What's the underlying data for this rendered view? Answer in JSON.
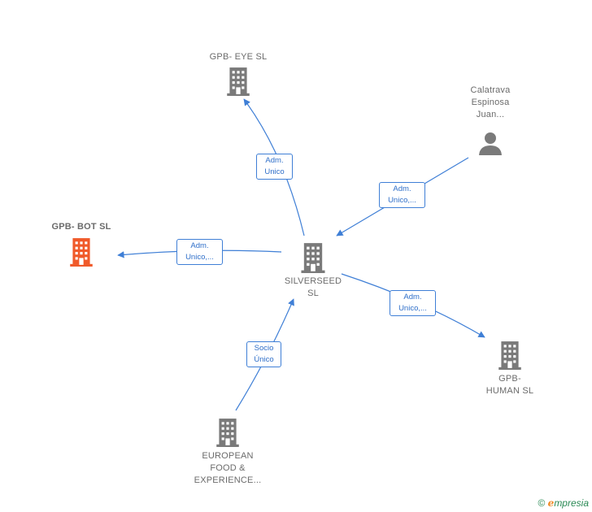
{
  "colors": {
    "node_gray": "#7a7a7a",
    "node_highlight": "#f05a2a",
    "edge_blue": "#3f7fd6",
    "label_text": "#6b6b6b",
    "brand_green": "#2a8a55",
    "brand_orange": "#f08a24"
  },
  "nodes": {
    "center": {
      "lines": [
        "SILVERSEED",
        "SL"
      ],
      "icon": "building-icon"
    },
    "gpb_eye": {
      "lines": [
        "GPB- EYE  SL"
      ],
      "icon": "building-icon"
    },
    "calatrava": {
      "lines": [
        "Calatrava",
        "Espinosa",
        "Juan..."
      ],
      "icon": "person-icon"
    },
    "gpb_bot": {
      "lines": [
        "GPB- BOT  SL"
      ],
      "icon": "building-icon",
      "highlight": true
    },
    "gpb_human": {
      "lines": [
        "GPB-",
        "HUMAN  SL"
      ],
      "icon": "building-icon"
    },
    "european": {
      "lines": [
        "EUROPEAN",
        "FOOD &",
        "EXPERIENCE..."
      ],
      "icon": "building-icon"
    }
  },
  "edges": {
    "to_eye": [
      "Adm.",
      "Unico"
    ],
    "from_calatrava": [
      "Adm.",
      "Unico,..."
    ],
    "to_bot": [
      "Adm.",
      "Unico,..."
    ],
    "to_human": [
      "Adm.",
      "Unico,..."
    ],
    "from_european": [
      "Socio",
      "Único"
    ]
  },
  "brand": {
    "copyright": "©",
    "e": "e",
    "rest": "mpresia"
  }
}
